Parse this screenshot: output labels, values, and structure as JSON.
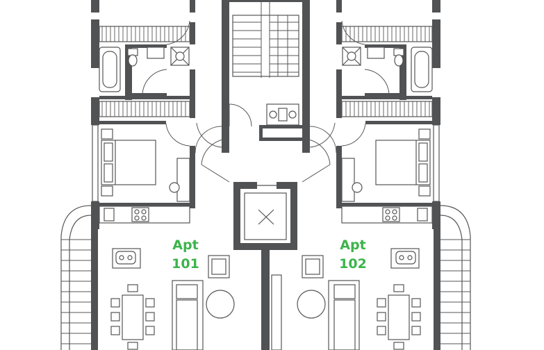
{
  "apartments": [
    {
      "line1": "Apt",
      "line2": "101"
    },
    {
      "line1": "Apt",
      "line2": "102"
    }
  ],
  "colors": {
    "label": "#3cb44b",
    "wall": "#505254",
    "background": "#ffffff"
  }
}
